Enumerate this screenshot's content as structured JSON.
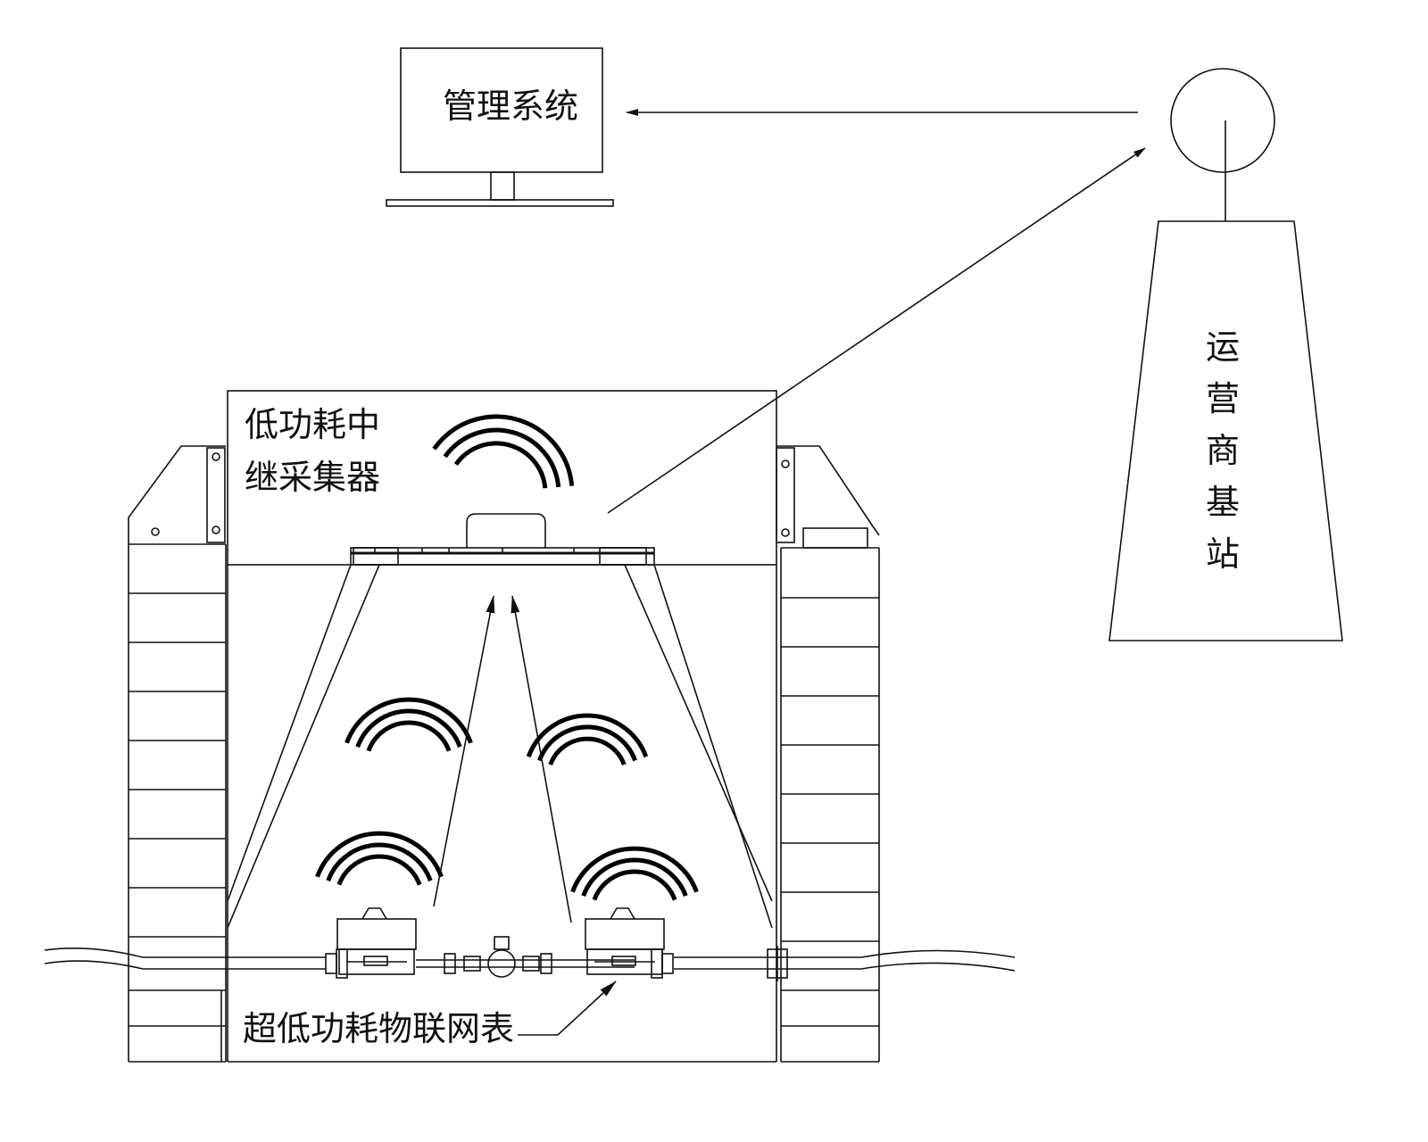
{
  "labels": {
    "management_system": "管理系统",
    "collector_line1": "低功耗中",
    "collector_line2": "继采集器",
    "base_station": [
      "运",
      "营",
      "商",
      "基",
      "站"
    ],
    "meter": "超低功耗物联网表"
  },
  "colors": {
    "line": "#111111",
    "background": "#ffffff"
  },
  "icons": {
    "monitor": "computer-monitor-icon",
    "tower": "base-station-tower-icon",
    "signal": "wireless-signal-icon",
    "meter": "water-meter-icon"
  }
}
